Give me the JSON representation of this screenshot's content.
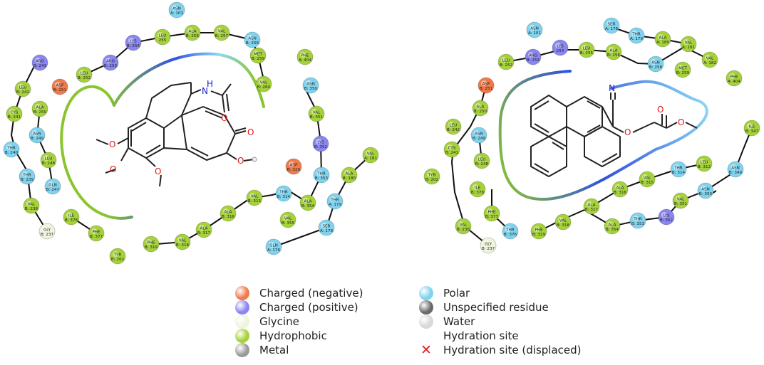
{
  "colors": {
    "charged_negative": "#f07a4a",
    "charged_positive": "#8a85f0",
    "glycine": "#eef5dc",
    "hydrophobic": "#a5d23a",
    "metal": "#9a9a9a",
    "polar": "#7fd3ee",
    "unspecified": "#6a6a6a",
    "water": "#d8d8d8",
    "pocket_green": "#8bc52e",
    "pocket_blue": "#3050e0",
    "pocket_cyan": "#8ed8f2",
    "backbone": "#111111",
    "nitrogen": "#1a1adb",
    "oxygen": "#e01515"
  },
  "legend": [
    {
      "label": "Charged (negative)",
      "kind": "charged_negative"
    },
    {
      "label": "Charged (positive)",
      "kind": "charged_positive"
    },
    {
      "label": "Glycine",
      "kind": "glycine"
    },
    {
      "label": "Hydrophobic",
      "kind": "hydrophobic"
    },
    {
      "label": "Metal",
      "kind": "metal"
    },
    {
      "label": "Polar",
      "kind": "polar"
    },
    {
      "label": "Unspecified residue",
      "kind": "unspecified"
    },
    {
      "label": "Water",
      "kind": "water"
    },
    {
      "label": "Hydration site",
      "kind": "hydration"
    },
    {
      "label": "Hydration site (displaced)",
      "kind": "hydration_displaced"
    }
  ],
  "atom_labels": {
    "nitrogen": "N",
    "hydrogen": "H",
    "oxygen": "O"
  },
  "left_residues": [
    {
      "l1": "ASN",
      "l2": "A: 101",
      "kind": "polar"
    },
    {
      "l1": "LEU",
      "l2": "255",
      "kind": "hydrophobic"
    },
    {
      "l1": "ALA",
      "l2": "B: 256",
      "kind": "hydrophobic"
    },
    {
      "l1": "VAL",
      "l2": "B: 257",
      "kind": "hydrophobic"
    },
    {
      "l1": "ASN",
      "l2": "B: 258",
      "kind": "polar"
    },
    {
      "l1": "LYS",
      "l2": "B: 254",
      "kind": "charged_positive"
    },
    {
      "l1": "ARG",
      "l2": "B: 253",
      "kind": "charged_positive"
    },
    {
      "l1": "MET",
      "l2": "B: 259",
      "kind": "hydrophobic"
    },
    {
      "l1": "PHE",
      "l2": "A: 404",
      "kind": "hydrophobic"
    },
    {
      "l1": "ARG",
      "l2": "B: 243",
      "kind": "charged_positive"
    },
    {
      "l1": "LEU",
      "l2": "B: 252",
      "kind": "hydrophobic"
    },
    {
      "l1": "ASP",
      "l2": "B: 251",
      "kind": "charged_negative"
    },
    {
      "l1": "LEU",
      "l2": "B: 242",
      "kind": "hydrophobic"
    },
    {
      "l1": "ALA",
      "l2": "B: 250",
      "kind": "hydrophobic"
    },
    {
      "l1": "VAL",
      "l2": "B: 260",
      "kind": "hydrophobic"
    },
    {
      "l1": "ASN",
      "l2": "B: 350",
      "kind": "polar"
    },
    {
      "l1": "CYS",
      "l2": "B: 241",
      "kind": "hydrophobic"
    },
    {
      "l1": "ASN",
      "l2": "B: 249",
      "kind": "polar"
    },
    {
      "l1": "VAL",
      "l2": "B: 351",
      "kind": "hydrophobic"
    },
    {
      "l1": "THR",
      "l2": "B: 240",
      "kind": "polar"
    },
    {
      "l1": "LEU",
      "l2": "B: 248",
      "kind": "hydrophobic"
    },
    {
      "l1": "LYS",
      "l2": "B: 352",
      "kind": "charged_positive"
    },
    {
      "l1": "VAL",
      "l2": "A: 181",
      "kind": "hydrophobic"
    },
    {
      "l1": "THR",
      "l2": "B: 239",
      "kind": "polar"
    },
    {
      "l1": "GLN",
      "l2": "B: 247",
      "kind": "polar"
    },
    {
      "l1": "ASP",
      "l2": "B: 329",
      "kind": "charged_negative"
    },
    {
      "l1": "THR",
      "l2": "B: 353",
      "kind": "polar"
    },
    {
      "l1": "ALA",
      "l2": "B: 180",
      "kind": "hydrophobic"
    },
    {
      "l1": "VAL",
      "l2": "B: 238",
      "kind": "hydrophobic"
    },
    {
      "l1": "VAL",
      "l2": "B: 315",
      "kind": "hydrophobic"
    },
    {
      "l1": "THR",
      "l2": "B: 314",
      "kind": "polar"
    },
    {
      "l1": "ALA",
      "l2": "B: 354",
      "kind": "hydrophobic"
    },
    {
      "l1": "THR",
      "l2": "A: 179",
      "kind": "polar"
    },
    {
      "l1": "GLY",
      "l2": "B: 237",
      "kind": "glycine"
    },
    {
      "l1": "ILE",
      "l2": "B: 378",
      "kind": "hydrophobic"
    },
    {
      "l1": "PHE",
      "l2": "B: 377",
      "kind": "hydrophobic"
    },
    {
      "l1": "ALA",
      "l2": "B: 316",
      "kind": "hydrophobic"
    },
    {
      "l1": "VAL",
      "l2": "B: 355",
      "kind": "hydrophobic"
    },
    {
      "l1": "SER",
      "l2": "A: 178",
      "kind": "polar"
    },
    {
      "l1": "ALA",
      "l2": "B: 317",
      "kind": "hydrophobic"
    },
    {
      "l1": "PHE",
      "l2": "B: 319",
      "kind": "hydrophobic"
    },
    {
      "l1": "VAL",
      "l2": "B: 318",
      "kind": "hydrophobic"
    },
    {
      "l1": "GLN",
      "l2": "A: 176",
      "kind": "polar"
    },
    {
      "l1": "TYR",
      "l2": "B: 202",
      "kind": "hydrophobic"
    }
  ],
  "right_residues": [
    {
      "l1": "SER",
      "l2": "A: 178",
      "kind": "polar"
    },
    {
      "l1": "ASN",
      "l2": "A: 101",
      "kind": "polar"
    },
    {
      "l1": "THR",
      "l2": "A: 179",
      "kind": "polar"
    },
    {
      "l1": "ALA",
      "l2": "A: 180",
      "kind": "hydrophobic"
    },
    {
      "l1": "LYS",
      "l2": "254",
      "kind": "charged_positive"
    },
    {
      "l1": "LEU",
      "l2": "B: 255",
      "kind": "hydrophobic"
    },
    {
      "l1": "ALA",
      "l2": "B: 256",
      "kind": "hydrophobic"
    },
    {
      "l1": "VAL",
      "l2": "A: 181",
      "kind": "hydrophobic"
    },
    {
      "l1": "ARG",
      "l2": "B: 253",
      "kind": "charged_positive"
    },
    {
      "l1": "ASN",
      "l2": "B: 258",
      "kind": "polar"
    },
    {
      "l1": "VAL",
      "l2": "A: 182",
      "kind": "hydrophobic"
    },
    {
      "l1": "LEU",
      "l2": "B: 252",
      "kind": "hydrophobic"
    },
    {
      "l1": "MET",
      "l2": "B: 259",
      "kind": "hydrophobic"
    },
    {
      "l1": "PHE",
      "l2": "A: 404",
      "kind": "hydrophobic"
    },
    {
      "l1": "ASP",
      "l2": "B: 251",
      "kind": "charged_negative"
    },
    {
      "l1": "ALA",
      "l2": "B: 250",
      "kind": "hydrophobic"
    },
    {
      "l1": "LEU",
      "l2": "B: 242",
      "kind": "hydrophobic"
    },
    {
      "l1": "ASN",
      "l2": "B: 249",
      "kind": "polar"
    },
    {
      "l1": "ILE",
      "l2": "B: 347",
      "kind": "hydrophobic"
    },
    {
      "l1": "CYS",
      "l2": "B: 241",
      "kind": "hydrophobic"
    },
    {
      "l1": "LEU",
      "l2": "B: 248",
      "kind": "hydrophobic"
    },
    {
      "l1": "TYR",
      "l2": "B: 202",
      "kind": "hydrophobic"
    },
    {
      "l1": "THR",
      "l2": "B: 314",
      "kind": "polar"
    },
    {
      "l1": "LEU",
      "l2": "B: 313",
      "kind": "hydrophobic"
    },
    {
      "l1": "ASN",
      "l2": "B: 349",
      "kind": "polar"
    },
    {
      "l1": "VAL",
      "l2": "B: 315",
      "kind": "hydrophobic"
    },
    {
      "l1": "ILE",
      "l2": "B: 378",
      "kind": "hydrophobic"
    },
    {
      "l1": "ALA",
      "l2": "B: 316",
      "kind": "hydrophobic"
    },
    {
      "l1": "ASN",
      "l2": "B: 350",
      "kind": "polar"
    },
    {
      "l1": "PHE",
      "l2": "B: 377",
      "kind": "hydrophobic"
    },
    {
      "l1": "VAL",
      "l2": "B: 351",
      "kind": "hydrophobic"
    },
    {
      "l1": "ALA",
      "l2": "B: 317",
      "kind": "hydrophobic"
    },
    {
      "l1": "VAL",
      "l2": "B: 238",
      "kind": "hydrophobic"
    },
    {
      "l1": "THR",
      "l2": "B: 376",
      "kind": "polar"
    },
    {
      "l1": "VAL",
      "l2": "B: 318",
      "kind": "hydrophobic"
    },
    {
      "l1": "THR",
      "l2": "B: 353",
      "kind": "polar"
    },
    {
      "l1": "LYS",
      "l2": "B: 352",
      "kind": "charged_positive"
    },
    {
      "l1": "ALA",
      "l2": "B: 354",
      "kind": "hydrophobic"
    },
    {
      "l1": "PHE",
      "l2": "B: 319",
      "kind": "hydrophobic"
    },
    {
      "l1": "GLY",
      "l2": "B: 237",
      "kind": "glycine"
    }
  ]
}
